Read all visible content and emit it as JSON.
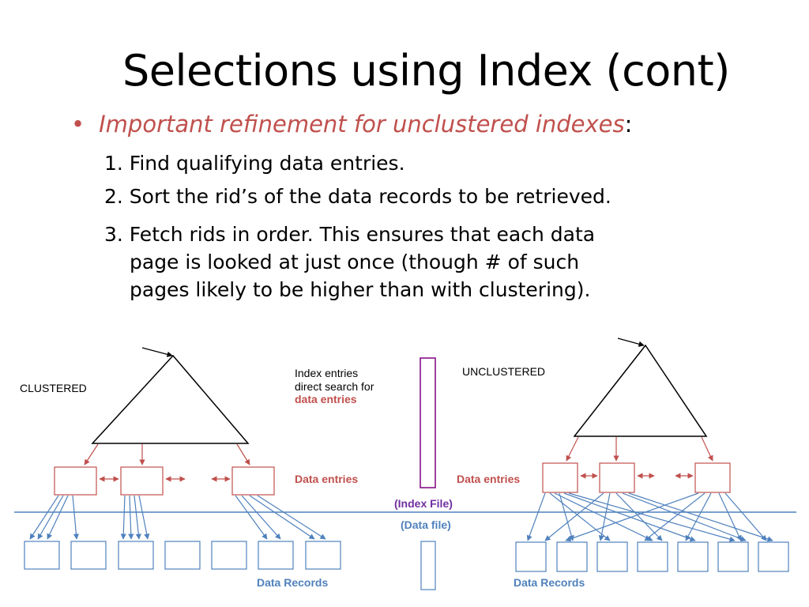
{
  "slide": {
    "title": "Selections using Index (cont)",
    "bullet_marker": "•",
    "bullet_text": "Important refinement for unclustered indexes",
    "bullet_colon": ":",
    "steps": [
      "1. Find qualifying data entries.",
      "2. Sort the rid’s of the data records to be retrieved.",
      "3. Fetch rids in order.  This ensures that each data"
    ],
    "step3_cont": [
      "page is looked at just once (though # of such",
      "pages likely to be higher than with clustering)."
    ]
  },
  "diagram": {
    "clustered_label": "CLUSTERED",
    "unclustered_label": "UNCLUSTERED",
    "index_note": [
      "Index entries",
      "direct search for",
      "data entries"
    ],
    "data_entries_label": "Data entries",
    "index_file_label": "(Index File)",
    "data_file_label": "(Data file)",
    "data_records_label": "Data Records",
    "colors": {
      "box_red": "#c0504d",
      "box_blue": "#4f81bd",
      "text_red": "#c0504d",
      "text_purple": "#7030a0",
      "text_blue": "#4f81bd",
      "index_rect": "#800080"
    }
  }
}
